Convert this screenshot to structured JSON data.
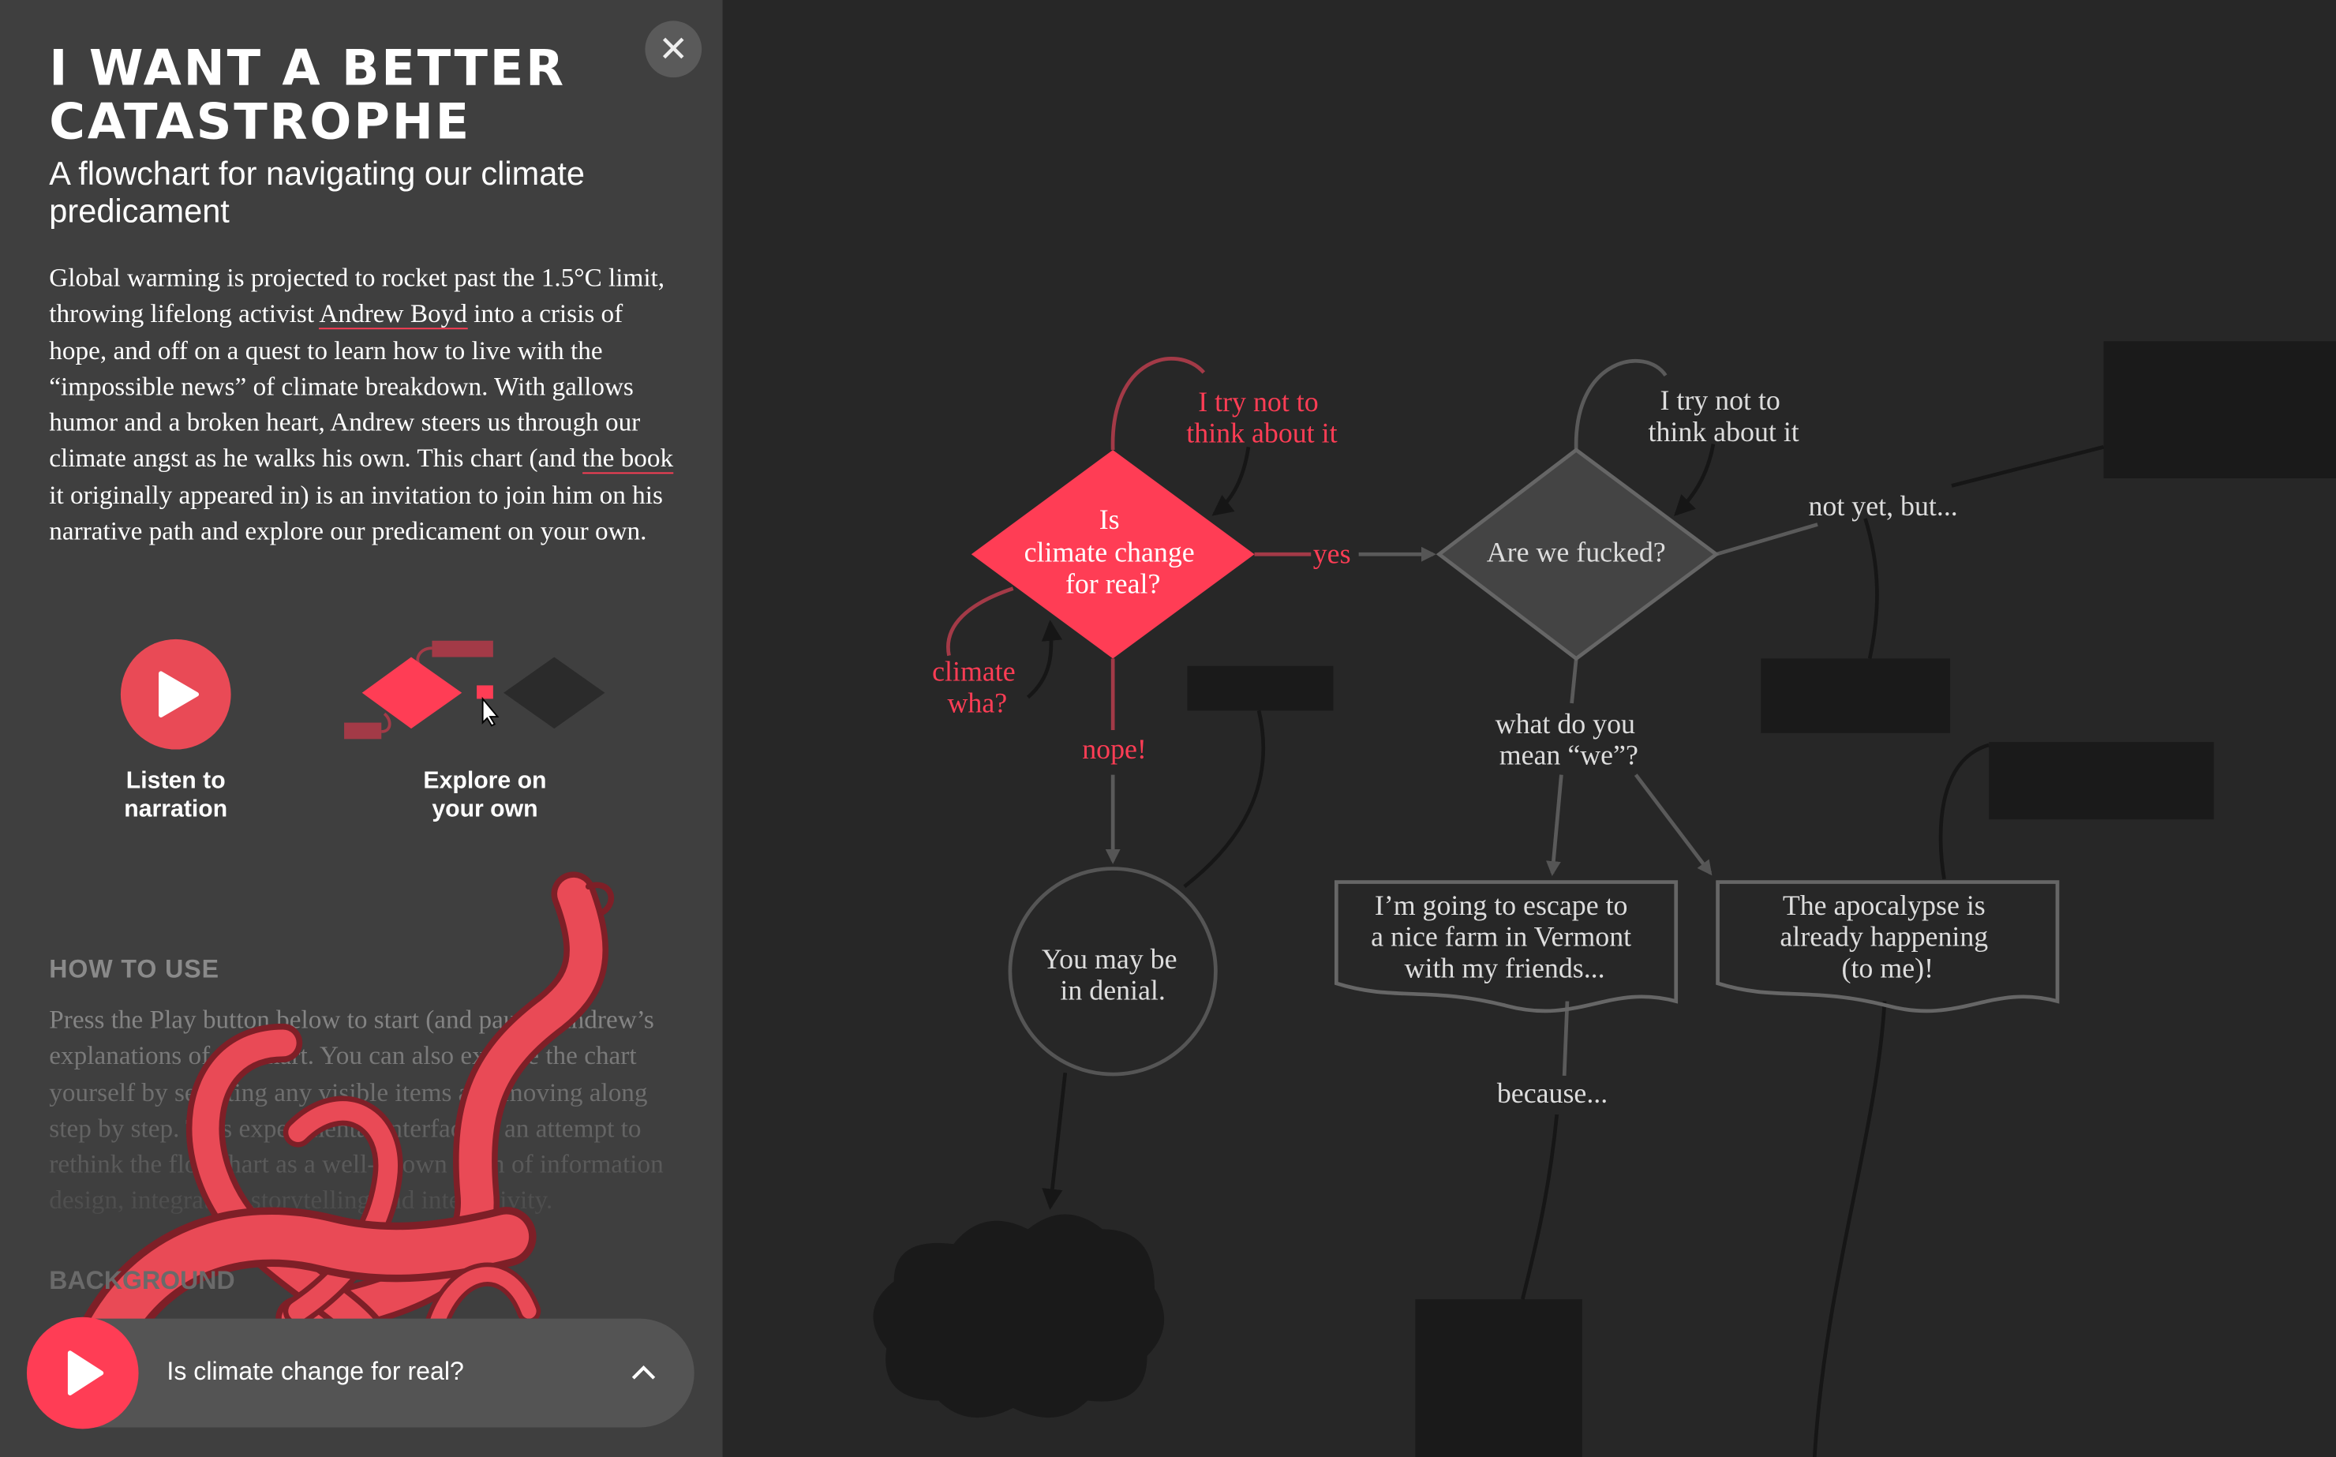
{
  "accent": "#ff3d55",
  "panel": {
    "close_icon": "close-icon",
    "title": "I WANT A BETTER CATASTROPHE",
    "subtitle": "A flowchart for navigating our climate predicament",
    "intro": {
      "p1": "Global warming is projected to rocket past the 1.5°C limit, throwing lifelong activist ",
      "link1": "Andrew Boyd",
      "p2": " into a crisis of hope, and off on a quest to learn how to live with the “impossible news” of climate breakdown. With gallows humor and a broken heart, Andrew steers us through our climate angst as he walks his own. This chart (and ",
      "link2": "the book",
      "p3": " it originally appeared in) is an invitation to join him on his narrative path and explore our predicament on your own."
    },
    "options": [
      {
        "label_line1": "Listen to",
        "label_line2": "narration",
        "icon": "play-icon"
      },
      {
        "label_line1": "Explore on",
        "label_line2": "your own",
        "icon": "explore-flowchart-icon"
      }
    ],
    "how_to_use": {
      "heading": "HOW TO USE",
      "text": "Press the Play button below to start (and pause) Andrew’s explanations of the chart. You can also explore the chart yourself by selecting any visible items and moving along step by step. This experimental interface is an attempt to rethink the flowchart as a well-known form of information design, integrating storytelling and interactivity."
    },
    "next_heading": "BACKGROUND"
  },
  "player": {
    "current": "Is climate change for real?",
    "icon": "play-icon",
    "expand_icon": "chevron-up-icon"
  },
  "flowchart": {
    "q1": {
      "lines": [
        "Is",
        "climate change",
        "for real?"
      ]
    },
    "q1_loop": {
      "lines": [
        "I try not to",
        "think about it"
      ]
    },
    "q1_wha": {
      "lines": [
        "climate",
        "wha?"
      ]
    },
    "yes": "yes",
    "nope": "nope!",
    "denial": {
      "lines": [
        "You may be",
        "in denial."
      ]
    },
    "q2": {
      "lines": [
        "Are we fucked?"
      ]
    },
    "q2_loop": {
      "lines": [
        "I try not to",
        "think about it"
      ]
    },
    "not_yet": "not yet, but...",
    "we": {
      "lines": [
        "what do you",
        "mean “we”?"
      ]
    },
    "farm": {
      "lines": [
        "I’m going to escape to",
        "a nice farm in Vermont",
        "with my friends..."
      ]
    },
    "apocalypse": {
      "lines": [
        "The apocalypse is",
        "already happening",
        "(to me)!"
      ]
    },
    "because": "because..."
  }
}
